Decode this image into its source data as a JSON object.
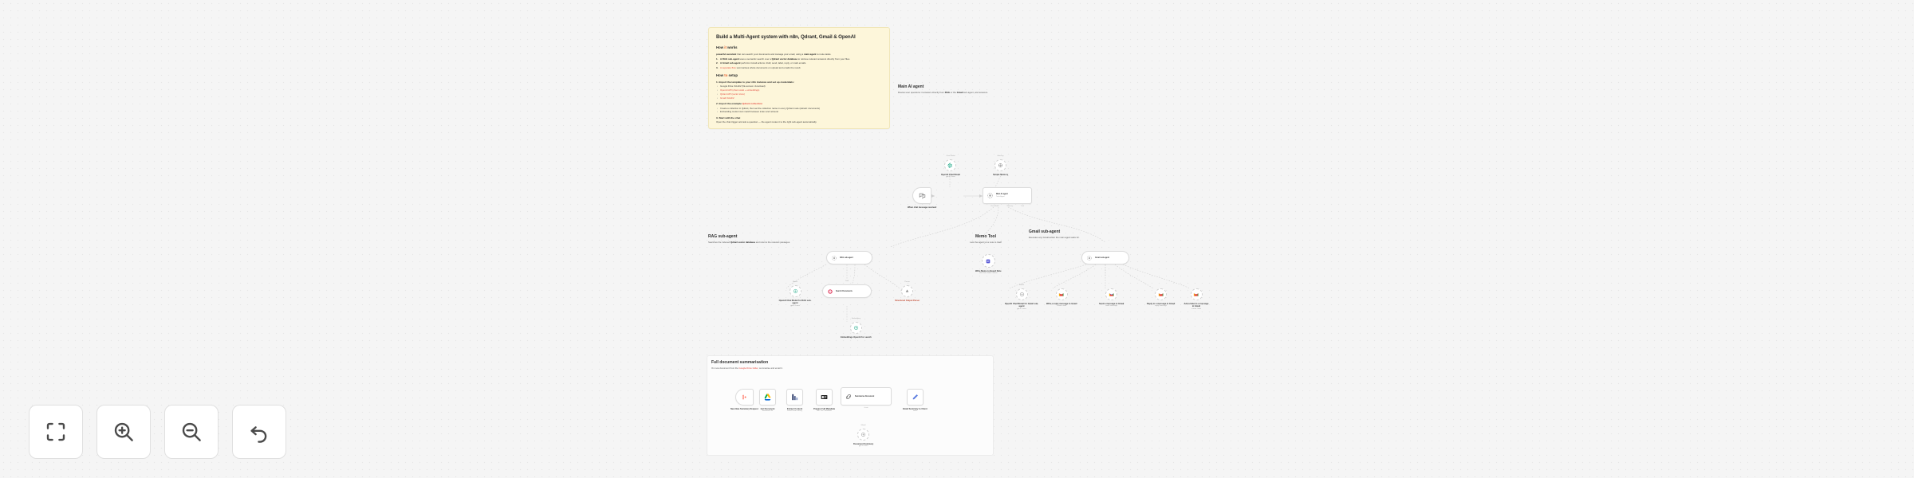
{
  "app": {
    "name": "n8n workflow canvas",
    "canvas_background": "#f5f5f5",
    "zoom_state": "fit-to-view"
  },
  "toolbar": {
    "buttons": [
      {
        "name": "zoom-to-fit-button",
        "icon": "fit-screen-icon",
        "label": "Zoom to fit"
      },
      {
        "name": "zoom-in-button",
        "icon": "zoom-in-icon",
        "label": "Zoom in"
      },
      {
        "name": "zoom-out-button",
        "icon": "zoom-out-icon",
        "label": "Zoom out"
      },
      {
        "name": "reset-zoom-button",
        "icon": "undo-arrow-icon",
        "label": "Reset zoom"
      }
    ]
  },
  "sticky_note": {
    "color": "#fdf6da",
    "title": "Build a Multi-Agent system with n8n, Qdrant, Gmail & OpenAI",
    "section_1_heading": "How it works",
    "section_1_heading_highlight": "it",
    "section_1_intro_a": "This workflow provides a ",
    "section_1_intro_b": "powerful assistant",
    "section_1_intro_c": " that can search your documents and manage your email, using a ",
    "section_1_intro_d": "main agent",
    "section_1_intro_e": " to route tasks.",
    "section_1_items": [
      {
        "num": "1.",
        "bold": "A RAG sub-agent",
        "rest": " uses a semantic search over a ",
        "bold2": "Qdrant vector database",
        "rest2": " to retrieve relevant answers directly from your files."
      },
      {
        "num": "2.",
        "bold": "A Gmail sub-agent",
        "rest": " performs Gmail actions: draft, send, label, reply, or mark emails."
      },
      {
        "num": "3.",
        "bold": "A separate flow",
        "rest": " summarises whole documents on upload and emails the result."
      }
    ],
    "section_2_heading": "How to setup",
    "section_2_heading_highlight": "to",
    "step_1": "1. Import the template to your n8n instance and set up credentials:",
    "step_1_items": [
      "Google Drive OAuth2 (file access / download)",
      "OpenAI API (chat model + embeddings)",
      "Qdrant API (vector store)",
      "Gmail OAuth2"
    ],
    "step_2": "2. Import the example ",
    "step_2_link": "Qdrant collection",
    "step_2_items": [
      "Create a collection in Qdrant, then set the collection name in every Qdrant node (default: documents)",
      "Embedding model must match between index and retrieval"
    ],
    "step_3": "3. Start with the chat",
    "step_3_body": "Open the chat trigger and ask a question — the agent routes it to the right sub-agent automatically."
  },
  "sections": [
    {
      "name": "main-ai-agent",
      "title": "Main AI agent",
      "subtitle_a": "Routes user questions: it answers directly from ",
      "subtitle_b": "RAG",
      "subtitle_c": " or the ",
      "subtitle_d": "Gmail",
      "subtitle_e": " sub-agent, and answers."
    },
    {
      "name": "rag-sub-agent",
      "title": "RAG sub-agent",
      "subtitle_a": "Searches the indexed ",
      "subtitle_b": "Qdrant vector database",
      "subtitle_c": " and returns the relevant passages."
    },
    {
      "name": "memo-tool",
      "title": "Memo Tool",
      "subtitle": "Lets the agent jot a note to itself"
    },
    {
      "name": "gmail-sub-agent",
      "title": "Gmail sub-agent",
      "subtitle": "Executes any Gmail action the main agent asks for."
    },
    {
      "name": "full-document-summarisation",
      "title": "Full document summarisation",
      "subtitle_a": "On new document from the ",
      "subtitle_b": "Google Drive folder",
      "subtitle_c": ", summarise and email it."
    }
  ],
  "nodes": {
    "main": [
      {
        "id": "chat-trigger",
        "label": "When chat message received",
        "sub": "",
        "type": "",
        "icon": "chat-trigger-icon",
        "accent": "#ff6d5a"
      },
      {
        "id": "main-ai-agent",
        "label": "Main AI agent",
        "sub": "Tools Agent",
        "type": "",
        "icon": "agent-icon",
        "accent": "#6b6b6b"
      },
      {
        "id": "openai-chat-model",
        "label": "OpenAI Chat Model",
        "sub": "gpt-4.1-mini",
        "type": "Chat Model",
        "icon": "openai-icon",
        "accent": "#10a37f"
      },
      {
        "id": "simple-memory",
        "label": "Simple Memory",
        "sub": "",
        "type": "Memory",
        "icon": "memory-icon",
        "accent": "#6b6b6b"
      }
    ],
    "main_inputs": [
      {
        "label": "Chat Model"
      },
      {
        "label": "Memory"
      },
      {
        "label": "Tool"
      }
    ],
    "rag": [
      {
        "id": "rag-sub-agent",
        "label": "RAG sub-agent",
        "sub": "",
        "type": "",
        "icon": "agent-icon",
        "accent": "#6b6b6b"
      },
      {
        "id": "rag-chat-model",
        "label": "OpenAI Chat Model for RAG sub-agent",
        "sub": "gpt-4.1-mini",
        "type": "Model",
        "icon": "openai-icon",
        "accent": "#10a37f"
      },
      {
        "id": "search-documents",
        "label": "Search Documents",
        "sub": "",
        "type": "Tool",
        "icon": "qdrant-icon",
        "accent": "#dc244b"
      },
      {
        "id": "rag-embeddings",
        "label": "Embeddings OpenAI for search",
        "sub": "text-embedding-3-small",
        "type": "Embedding",
        "icon": "openai-icon",
        "accent": "#10a37f"
      },
      {
        "id": "rag-output-parser",
        "label": "Structured Output Parser",
        "sub": "",
        "type": "Parser",
        "icon": "parser-icon",
        "accent": "#b45fc4"
      }
    ],
    "memo": [
      {
        "id": "memo-tool",
        "label": "Write Memo to Board Note",
        "sub": "n8n Data Table / Memo",
        "type": "",
        "icon": "memo-icon",
        "accent": "#5b5bd6"
      }
    ],
    "gmail": [
      {
        "id": "gmail-sub-agent",
        "label": "Gmail sub-agent",
        "sub": "",
        "type": "",
        "icon": "agent-icon",
        "accent": "#6b6b6b"
      },
      {
        "id": "gmail-chat-model",
        "label": "OpenAI Chat Model for Gmail sub-agent",
        "sub": "gpt-4.1-mini",
        "type": "Model",
        "icon": "openai-icon",
        "accent": "#10a37f"
      },
      {
        "id": "gmail-draft",
        "label": "Write a reply message to Gmail",
        "sub": "create: draft",
        "type": "",
        "icon": "gmail-icon",
        "accent": "#ea4335"
      },
      {
        "id": "gmail-send",
        "label": "Send a message in Gmail",
        "sub": "send: message",
        "type": "",
        "icon": "gmail-icon",
        "accent": "#ea4335"
      },
      {
        "id": "gmail-reply",
        "label": "Reply to a message in Gmail",
        "sub": "reply: message",
        "type": "",
        "icon": "gmail-icon",
        "accent": "#ea4335"
      },
      {
        "id": "gmail-label",
        "label": "Add a label to a message in Gmail",
        "sub": "create: label",
        "type": "",
        "icon": "gmail-icon",
        "accent": "#ea4335"
      }
    ],
    "summarisation": [
      {
        "id": "summary-trigger",
        "label": "New Idea Summary Request",
        "sub": "",
        "type": "",
        "icon": "webhook-icon",
        "accent": "#ff6d5a"
      },
      {
        "id": "get-document",
        "label": "Get Document",
        "sub": "download: file",
        "type": "",
        "icon": "google-drive-icon",
        "accent": "#4285f4"
      },
      {
        "id": "extract-content",
        "label": "Extract Content",
        "sub": "extract from: binary",
        "type": "",
        "icon": "extract-icon",
        "accent": "#2b3a67"
      },
      {
        "id": "prepare-metadata",
        "label": "Prepare Full Metadata",
        "sub": "n8n: set / metadata",
        "type": "",
        "icon": "code-icon",
        "accent": "#1f1f1f"
      },
      {
        "id": "summarise-document",
        "label": "Summarise Document",
        "sub": "chain",
        "type": "",
        "icon": "chain-icon",
        "accent": "#6b6b6b"
      },
      {
        "id": "summariser-model",
        "label": "Document Summary",
        "sub": "gpt-4.1-mini",
        "type": "Model",
        "icon": "openai-icon",
        "accent": "#10a37f"
      },
      {
        "id": "email-summary",
        "label": "Email Summary to Client",
        "sub": "send",
        "type": "",
        "icon": "pencil-icon",
        "accent": "#5b7ce0"
      }
    ]
  }
}
